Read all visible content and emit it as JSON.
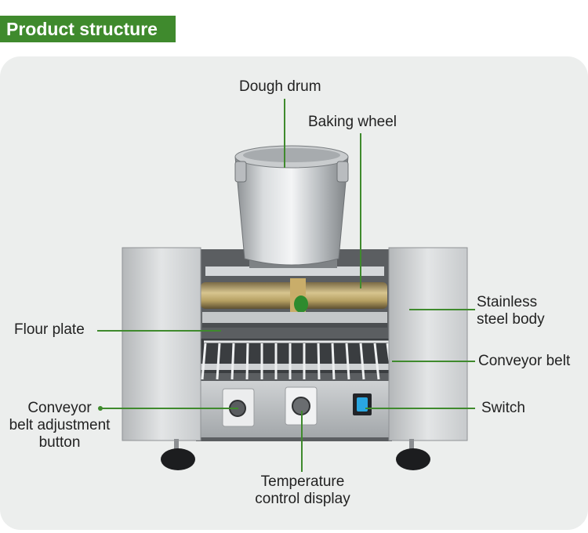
{
  "header": {
    "title": "Product structure"
  },
  "colors": {
    "accent": "#3f8a2d",
    "panel": "#eceeed",
    "text": "#222222"
  },
  "labels": {
    "dough_drum": "Dough drum",
    "baking_wheel": "Baking wheel",
    "stainless_body_line1": "Stainless",
    "stainless_body_line2": "steel body",
    "flour_plate": "Flour plate",
    "conveyor_belt": "Conveyor belt",
    "switch": "Switch",
    "adjust_line1": "Conveyor",
    "adjust_line2": "belt adjustment",
    "adjust_line3": "button",
    "temp_line1": "Temperature",
    "temp_line2": "control display"
  }
}
